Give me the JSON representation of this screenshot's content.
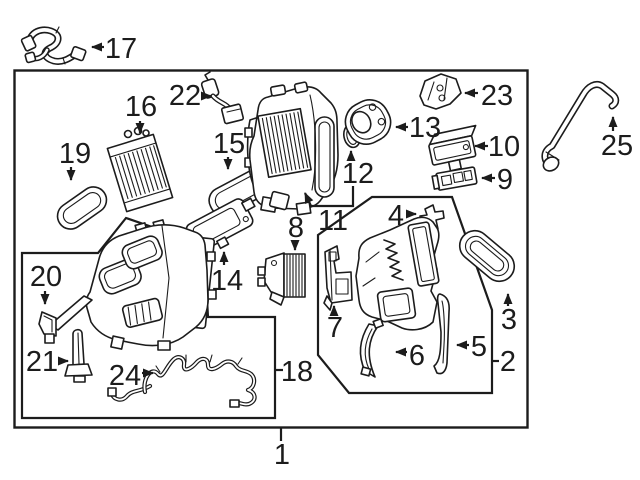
{
  "figure": {
    "background": "#ffffff",
    "line_color": "#1c1c1c"
  },
  "callouts": {
    "1": "1",
    "2": "2",
    "3": "3",
    "4": "4",
    "5": "5",
    "6": "6",
    "7": "7",
    "8": "8",
    "9": "9",
    "10": "10",
    "11": "11",
    "12": "12",
    "13": "13",
    "14": "14",
    "15": "15",
    "16": "16",
    "17": "17",
    "18": "18",
    "19": "19",
    "20": "20",
    "21": "21",
    "22": "22",
    "23": "23",
    "24": "24",
    "25": "25"
  }
}
